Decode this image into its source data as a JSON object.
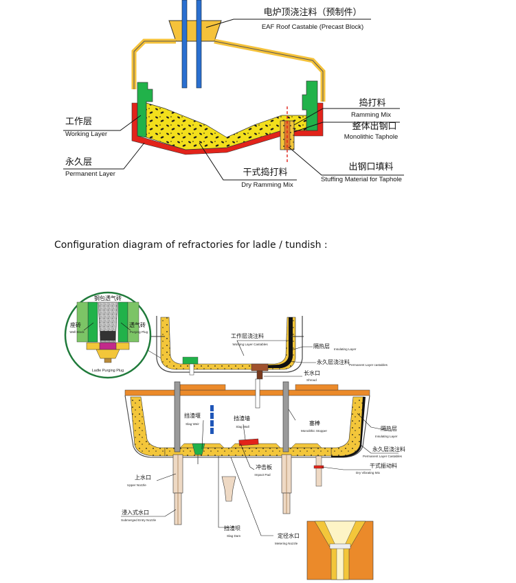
{
  "eaf": {
    "roof_castable_cn": "电炉顶浇注料（预制件）",
    "roof_castable_en": "EAF Roof Castable (Precast Block)",
    "ramming_mix_cn": "捣打料",
    "ramming_mix_en": "Ramming Mix",
    "monolithic_taphole_cn": "整体出钢口",
    "monolithic_taphole_en": "Monolithic Taphole",
    "working_layer_cn": "工作层",
    "working_layer_en": "Working Layer",
    "permanent_layer_cn": "永久层",
    "permanent_layer_en": "Permanent Layer",
    "dry_ramming_mix_cn": "干式捣打料",
    "dry_ramming_mix_en": "Dry Ramming Mix",
    "stuffing_material_cn": "出钢口填料",
    "stuffing_material_en": "Stuffing Material for Taphole"
  },
  "caption": "Configuration diagram of refractories for ladle / tundish :",
  "ladle": {
    "purging_plug_title_cn": "钢包透气砖",
    "well_block_cn": "座砖",
    "well_block_en": "Well Block",
    "purging_plug_cn": "透气砖",
    "purging_plug_en": "Purging Plug",
    "ladle_purging_plug_en": "Ladle Purging Plug",
    "working_layer_castables_cn": "工作层浇注料",
    "working_layer_castables_en": "Working Layer Castables",
    "insulating_layer_cn": "隔热层",
    "insulating_layer_en": "Insulating Layer",
    "permanent_layer_castables_cn": "永久层浇注料",
    "permanent_layer_castables_en": "Permanent Layer castables",
    "shroud_cn": "长水口",
    "shroud_en": "Shroud"
  },
  "tundish": {
    "slag_weir_cn": "挡渣堰",
    "slag_weir_en": "Slag Weir",
    "slag_wall_cn": "挡渣墙",
    "slag_wall_en": "Slag Wall",
    "stopper_cn": "塞棒",
    "stopper_en": "Monolithic Stopper",
    "insulating_layer_cn": "隔热层",
    "insulating_layer_en": "Insulating Layer",
    "permanent_castables_cn": "永久层浇注料",
    "permanent_castables_en": "Permanent Layer Castables",
    "dry_vibrating_cn": "干式振动料",
    "dry_vibrating_en": "Dry Vibrating Mix",
    "impact_pad_cn": "冲击板",
    "impact_pad_en": "Impact Pad",
    "upper_nozzle_cn": "上水口",
    "upper_nozzle_en": "Upper Nozzle",
    "sen_cn": "浸入式水口",
    "sen_en": "Submerged Entry Nozzle",
    "slag_dam_cn": "挡渣坝",
    "slag_dam_en": "Slag Dam",
    "metering_nozzle_cn": "定径水口",
    "metering_nozzle_en": "Metering Nozzle"
  }
}
